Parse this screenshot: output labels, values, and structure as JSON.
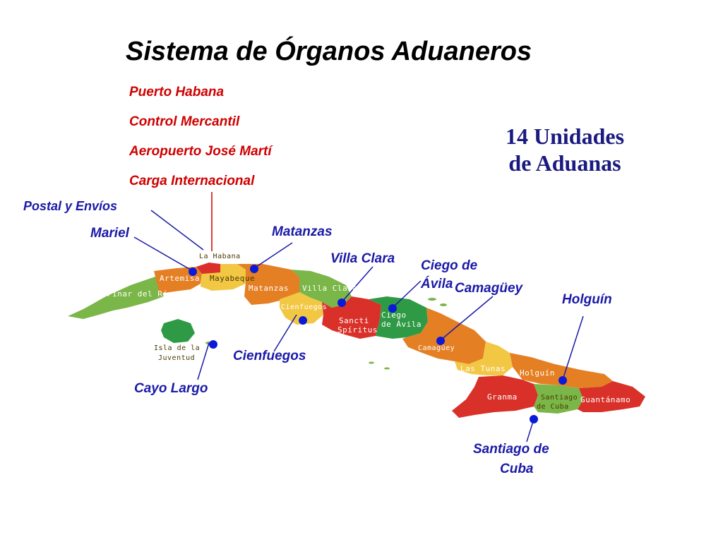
{
  "title": "Sistema de Órganos Aduaneros",
  "summary": {
    "line1": "14 Unidades",
    "line2": "de Aduanas"
  },
  "havana_customs": [
    "Puerto Habana",
    "Control Mercantil",
    "Aeropuerto José Martí",
    "Carga Internacional"
  ],
  "customs_offices": {
    "postal": "Postal y Envíos",
    "mariel": "Mariel",
    "matanzas": "Matanzas",
    "villa_clara": "Villa Clara",
    "ciego_line1": "Ciego de",
    "ciego_line2": "Ávila",
    "camaguey": "Camagüey",
    "holguin": "Holguín",
    "cienfuegos": "Cienfuegos",
    "cayo_largo": "Cayo Largo",
    "santiago_line1": "Santiago de",
    "santiago_line2": "Cuba"
  },
  "provinces": {
    "la_habana": "La Habana",
    "artemisa": "Artemisa",
    "mayabeque": "Mayabeque",
    "pinar": "Pinar del Río",
    "matanzas": "Matanzas",
    "villa_clara": "Villa Clara",
    "cienfuegos": "Cienfuegos",
    "sancti1": "Sancti",
    "sancti2": "Spíritus",
    "ciego1": "Ciego",
    "ciego2": "de Ávila",
    "camaguey": "Camagüey",
    "las_tunas": "Las Tunas",
    "holguin": "Holguín",
    "granma": "Granma",
    "santiago1": "Santiago",
    "santiago2": "de Cuba",
    "guantanamo": "Guantánamo",
    "isla1": "Isla de la",
    "isla2": "Juventud"
  },
  "colors": {
    "title_red": "#d00000",
    "label_blue": "#1a1aa8",
    "units_navy": "#1a1a80",
    "green": "#7ab648",
    "orange": "#e57f24",
    "yellow": "#f2c744",
    "red": "#d9312a",
    "dark_green": "#2f9a45",
    "marker": "#0a1ad8"
  }
}
